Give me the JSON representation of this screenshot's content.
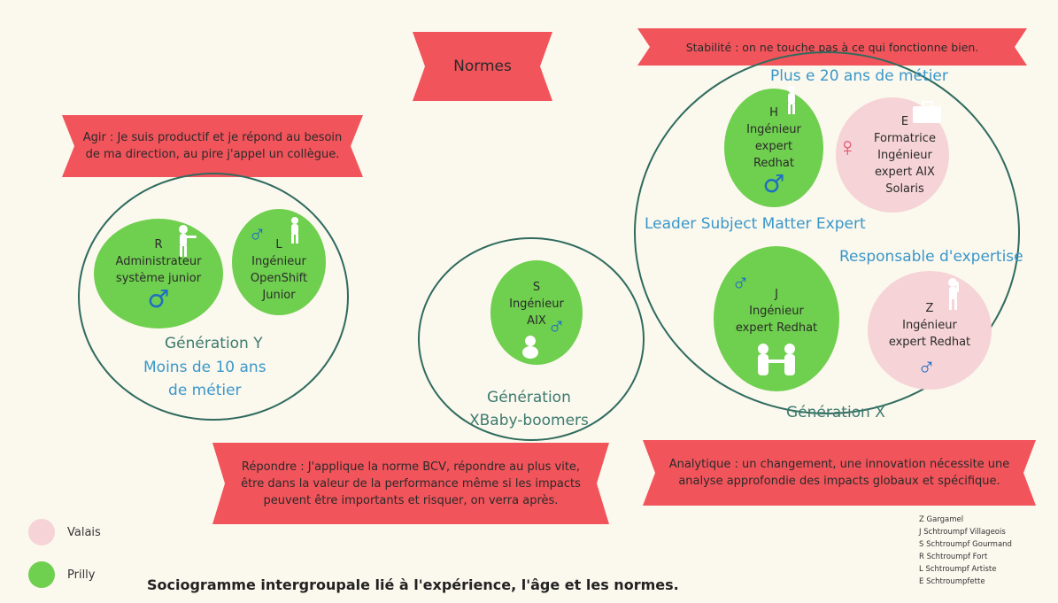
{
  "banners": {
    "normes": "Normes",
    "stabilite": "Stabilité : on ne touche pas à ce qui fonctionne bien.",
    "agir": "Agir : Je suis productif et je répond au besoin de ma direction, au pire j'appel un collègue.",
    "repondre": "Répondre : J'applique la norme BCV, répondre au plus vite, être dans la valeur de la performance même si les impacts peuvent être importants et risquer, on verra après.",
    "analytique": "Analytique : un changement, une innovation nécessite une analyse approfondie des impacts globaux et spécifique."
  },
  "groups": {
    "y": {
      "title": "Génération Y",
      "subtitle": "Moins de 10 ans\nde métier"
    },
    "baby": {
      "title": "Génération\nXBaby-boomers"
    },
    "x": {
      "title": "Génération X",
      "top_label": "Plus e 20 ans de métier",
      "leader_label": "Leader Subject Matter Expert",
      "resp_label": "Responsable d'expertise"
    }
  },
  "nodes": {
    "R": {
      "text": "R\nAdministrateur\nsystème junior",
      "gender": "♂",
      "site": "Prilly"
    },
    "L": {
      "text": "L\nIngénieur\nOpenShift\nJunior",
      "gender": "♂",
      "site": "Prilly"
    },
    "S": {
      "text": "S\nIngénieur\nAIX",
      "gender": "♂",
      "site": "Prilly"
    },
    "H": {
      "text": "H\nIngénieur\nexpert\nRedhat",
      "gender": "♂",
      "site": "Prilly"
    },
    "E": {
      "text": "E\nFormatrice\nIngénieur\nexpert AIX\nSolaris",
      "gender": "♀",
      "site": "Valais"
    },
    "J": {
      "text": "J\nIngénieur\nexpert Redhat",
      "gender": "♂",
      "site": "Prilly"
    },
    "Z": {
      "text": "Z\nIngénieur\nexpert Redhat",
      "gender": "♂",
      "site": "Valais"
    }
  },
  "legend": {
    "valais": {
      "label": "Valais",
      "color": "#f6d3d6"
    },
    "prilly": {
      "label": "Prilly",
      "color": "#6fcf4e"
    }
  },
  "key": [
    "Z Gargamel",
    "J Schtroumpf Villageois",
    "S Schtroumpf Gourmand",
    "R Schtroumpf Fort",
    "L Schtroumpf Artiste",
    "E Schtroumpfette"
  ],
  "title": "Sociogramme intergroupale lié à l'expérience, l'âge et les normes."
}
